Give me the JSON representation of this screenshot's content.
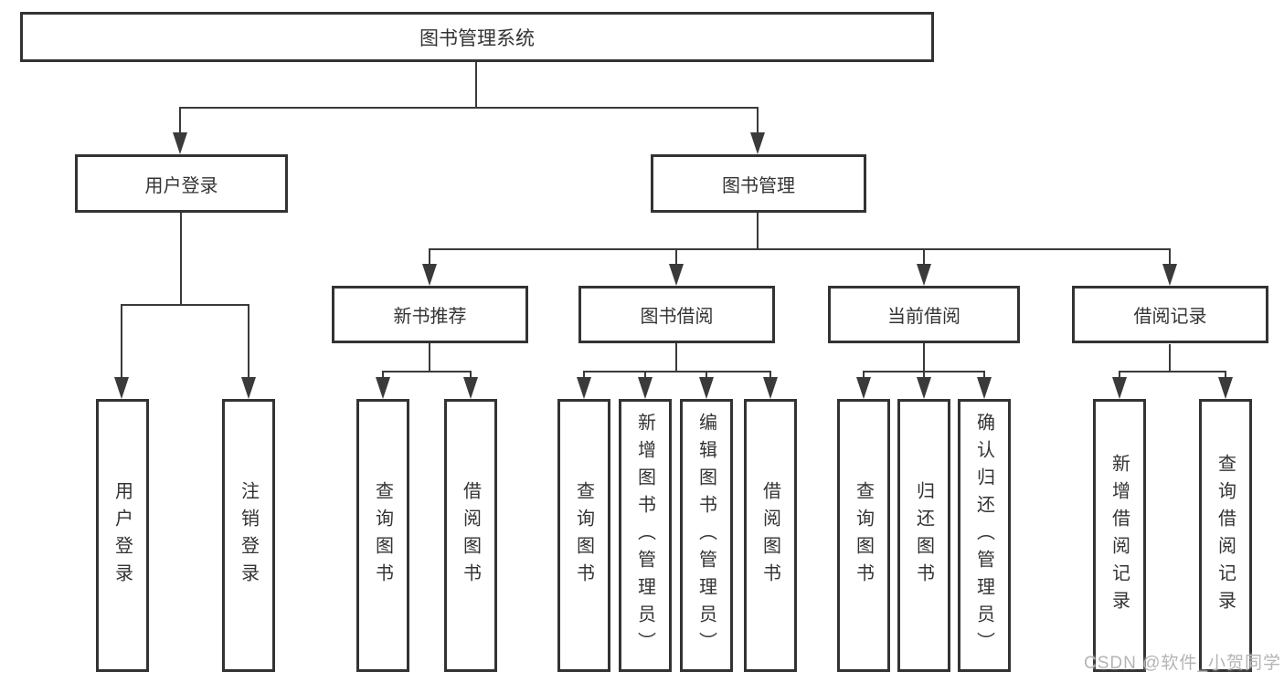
{
  "tree": {
    "label": "图书管理系统",
    "children": [
      {
        "label": "用户登录",
        "children": [
          {
            "label": "用户登录"
          },
          {
            "label": "注销登录"
          }
        ]
      },
      {
        "label": "图书管理",
        "children": [
          {
            "label": "新书推荐",
            "children": [
              {
                "label": "查询图书"
              },
              {
                "label": "借阅图书"
              }
            ]
          },
          {
            "label": "图书借阅",
            "children": [
              {
                "label": "查询图书"
              },
              {
                "label": "新增图书（管理员）"
              },
              {
                "label": "编辑图书（管理员）"
              },
              {
                "label": "借阅图书"
              }
            ]
          },
          {
            "label": "当前借阅",
            "children": [
              {
                "label": "查询图书"
              },
              {
                "label": "归还图书"
              },
              {
                "label": "确认归还（管理员）"
              }
            ]
          },
          {
            "label": "借阅记录",
            "children": [
              {
                "label": "新增借阅记录"
              },
              {
                "label": "查询借阅记录"
              }
            ]
          }
        ]
      }
    ]
  },
  "watermark": {
    "text": "CSDN @软件_小贺同学",
    "color": "#b4b4b4"
  },
  "colors": {
    "line": "#3a3a3a",
    "border": "#333333",
    "text": "#333333",
    "background": "#ffffff"
  }
}
